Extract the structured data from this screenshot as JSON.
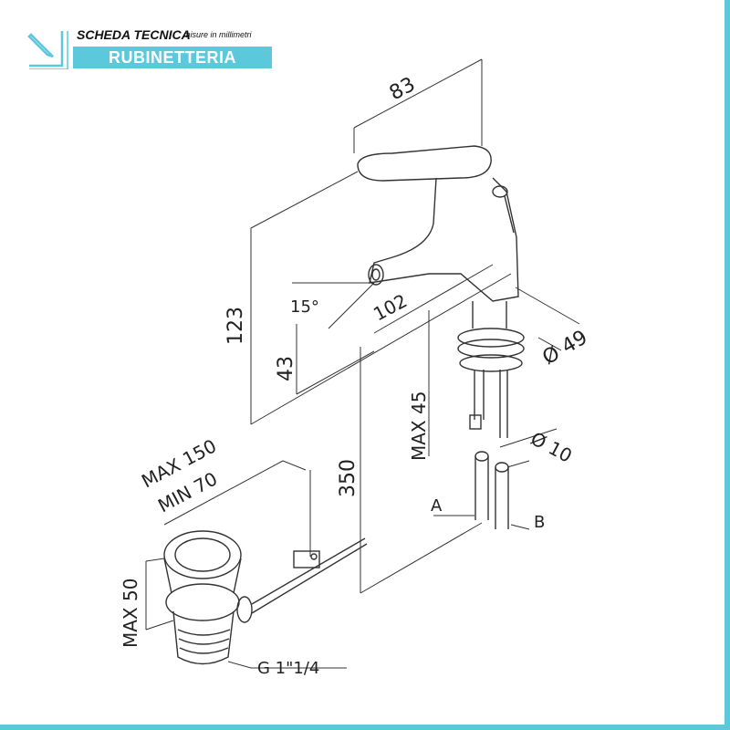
{
  "header": {
    "title": "SCHEDA TECNICA",
    "subtitle": "misure in millimetri",
    "category": "RUBINETTERIA",
    "logo_icon": "pencil-ruler-icon"
  },
  "dimensions": {
    "width_top": "83",
    "height_total": "123",
    "spout_height": "43",
    "angle": "15°",
    "spout_reach": "102",
    "base_diameter": "Ø 49",
    "max_thickness": "MAX 45",
    "hose_diameter": "Ø 10",
    "hose_length": "350",
    "drain_max": "MAX 150",
    "drain_min": "MIN 70",
    "drain_height": "MAX 50",
    "drain_thread": "G 1\"1/4",
    "hose_a": "A",
    "hose_b": "B"
  },
  "colors": {
    "accent": "#5bc8dc"
  }
}
